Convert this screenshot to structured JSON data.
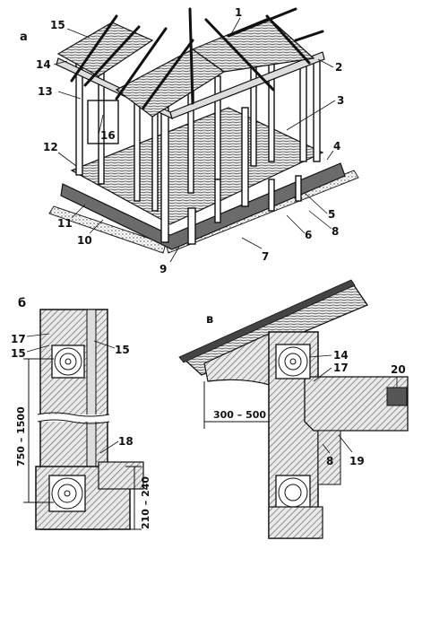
{
  "panels": {
    "a": {
      "label": "а",
      "callouts": [
        "1",
        "2",
        "3",
        "4",
        "5",
        "6",
        "7",
        "8",
        "9",
        "10",
        "11",
        "12",
        "13",
        "14",
        "15",
        "16"
      ]
    },
    "b": {
      "label": "б",
      "callouts": [
        "17",
        "15",
        "15",
        "18"
      ],
      "dimensions": [
        "750 – 1500",
        "210 – 240"
      ]
    },
    "v": {
      "label": "в",
      "callouts": [
        "14",
        "17",
        "20",
        "8",
        "19"
      ],
      "dimensions": [
        "300 – 500"
      ]
    }
  }
}
